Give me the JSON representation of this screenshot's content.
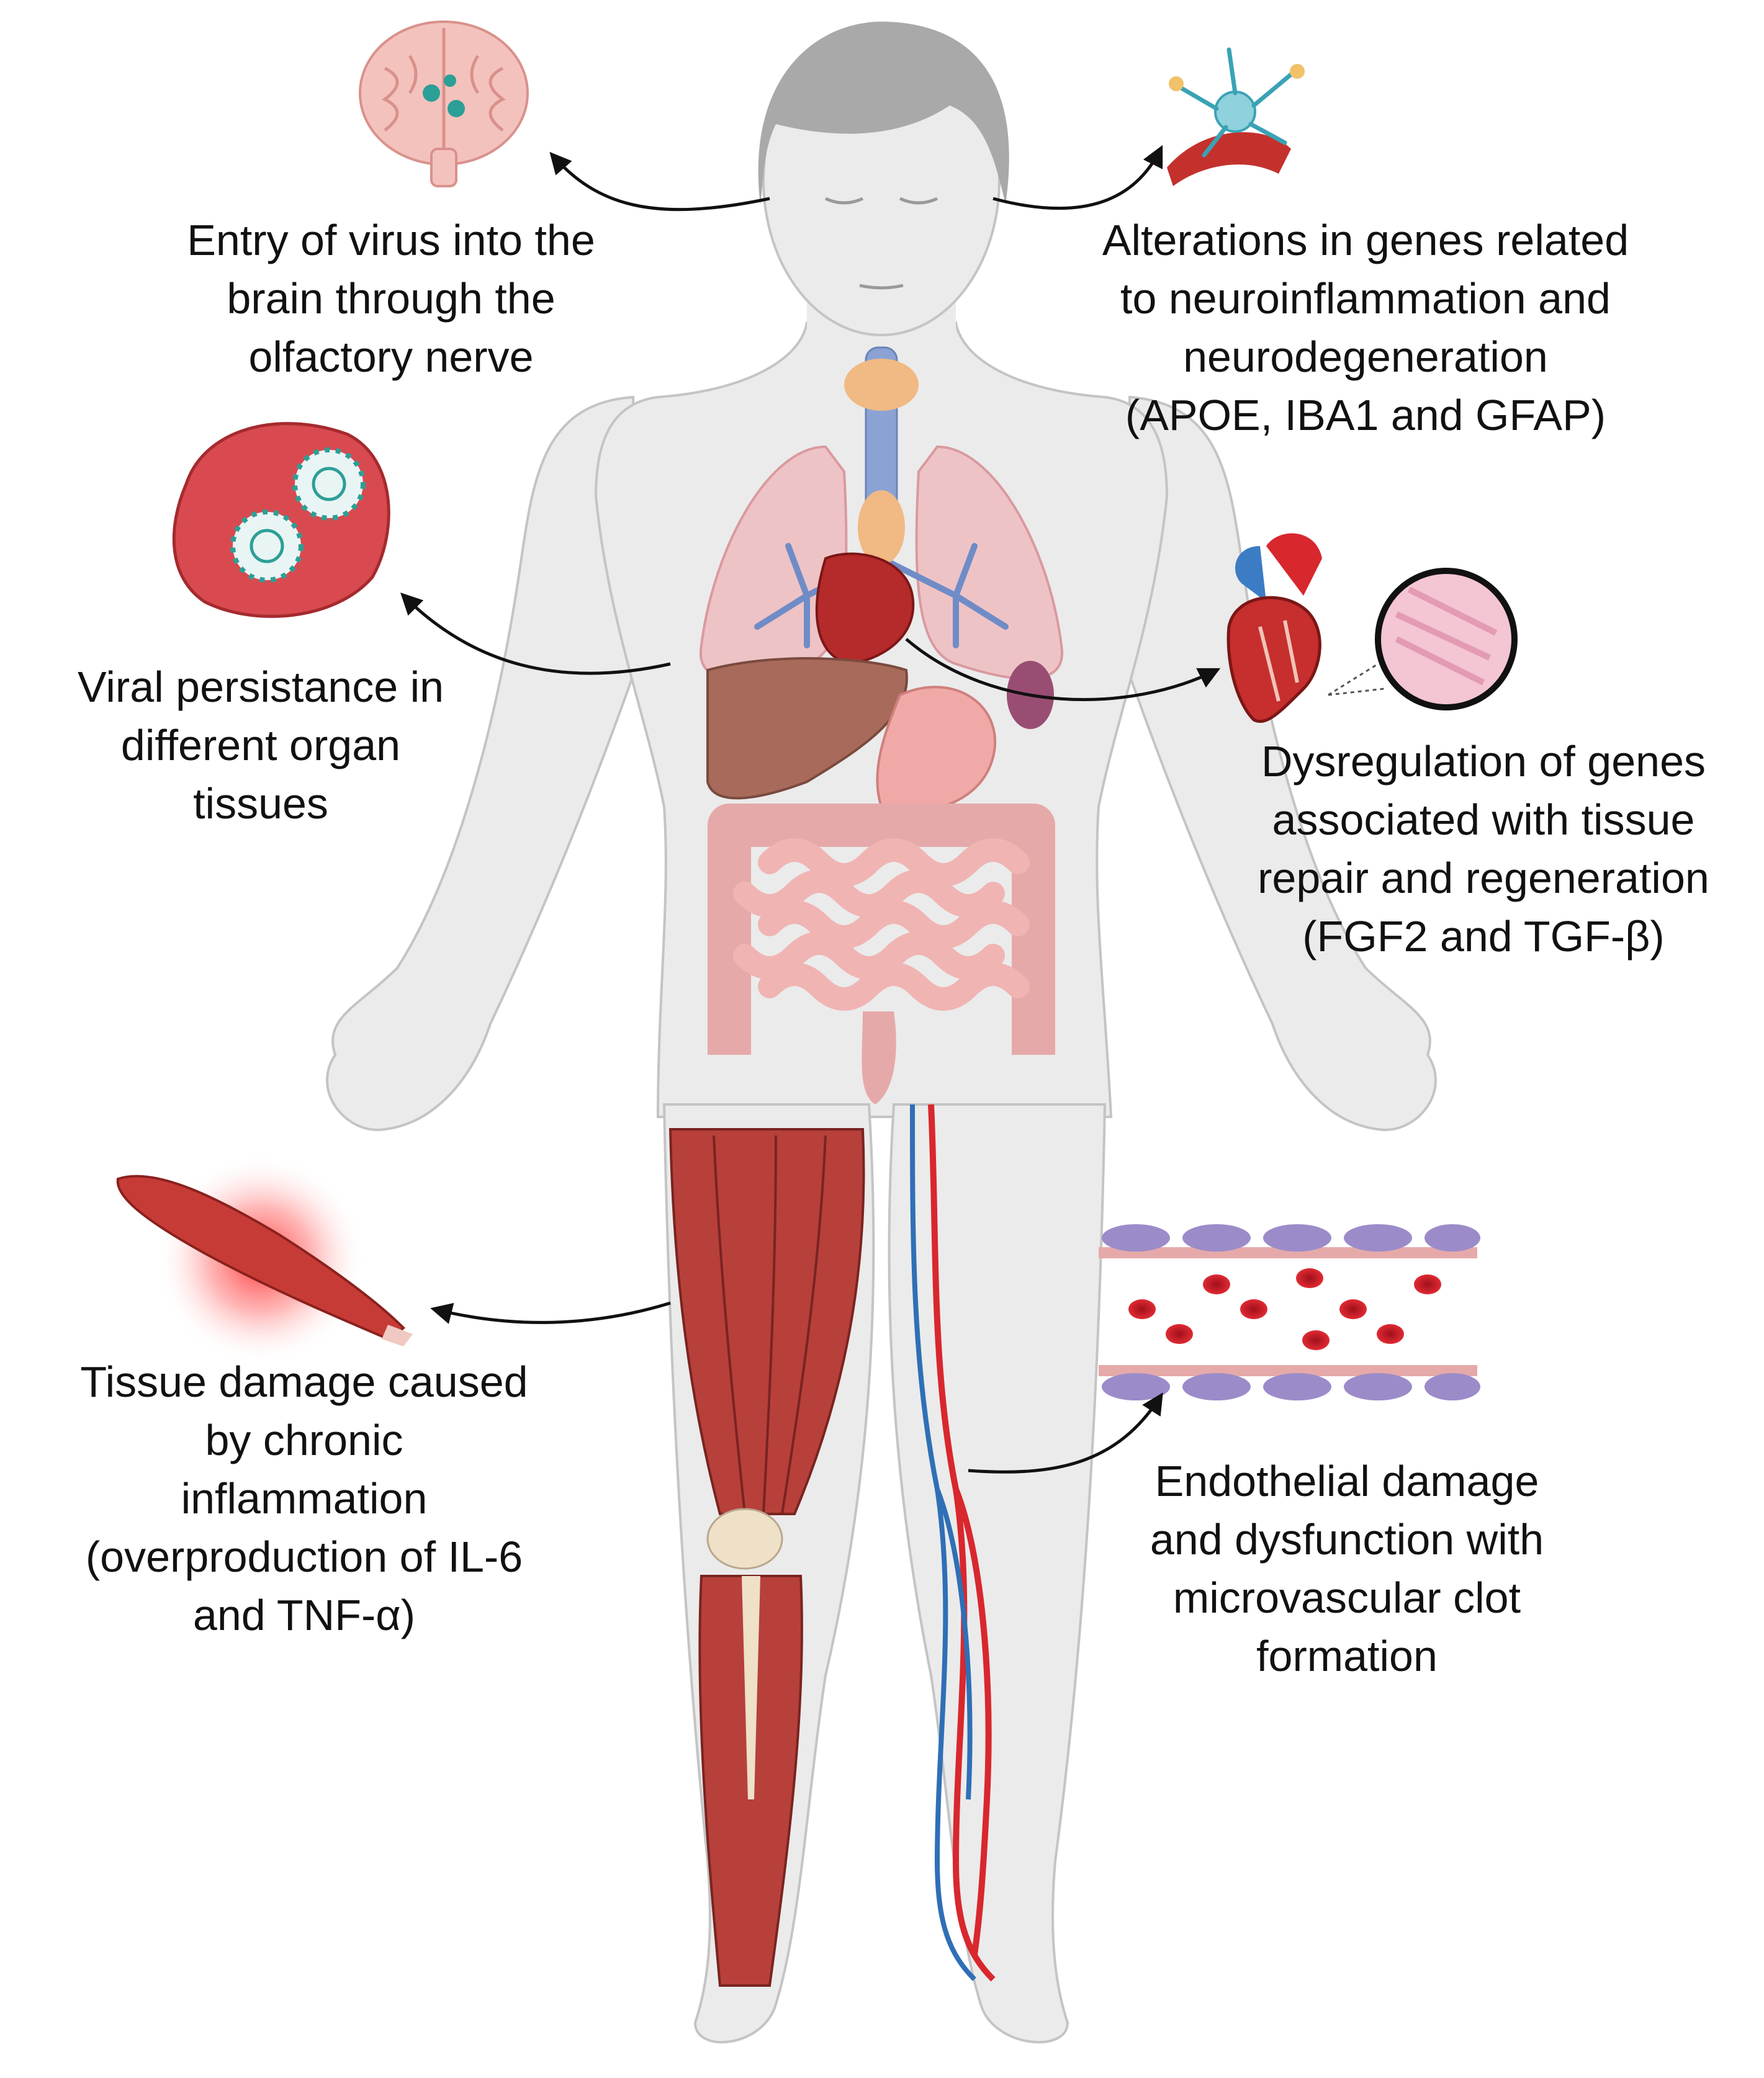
{
  "captions": {
    "brain": {
      "lines": [
        "Entry of virus into the",
        "brain through the",
        "olfactory nerve"
      ]
    },
    "neuro": {
      "lines": [
        "Alterations in genes related",
        "to neuroinflammation and",
        "neurodegeneration",
        "(APOE, IBA1 and GFAP)"
      ]
    },
    "viral": {
      "lines": [
        "Viral persistance in",
        "different organ",
        "tissues"
      ]
    },
    "heart": {
      "lines": [
        "Dysregulation of genes",
        "associated with tissue",
        "repair and regeneration",
        "(FGF2 and TGF-β)"
      ]
    },
    "muscle": {
      "lines": [
        "Tissue damage caused",
        "by chronic",
        "inflammation",
        "(overproduction of IL-6",
        "and TNF-α)"
      ]
    },
    "vessel": {
      "lines": [
        "Endothelial damage",
        "and dysfunction with",
        "microvascular clot",
        "formation"
      ]
    }
  },
  "colors": {
    "body_fill": "#ebebeb",
    "body_outline": "#c4c4c4",
    "hair": "#a9a9a9",
    "muscle": "#b7403b",
    "artery": "#d9272e",
    "vein": "#2f6fb6",
    "virus": "#2c9f96",
    "tissue_pink": "#e6a9a9",
    "endothelium": "#9b8cc9",
    "clot": "#d6202f",
    "arrow": "#111111"
  },
  "icons": [
    "brain-icon",
    "neuron-icon",
    "infected-tissue-icon",
    "heart-icon",
    "histology-icon",
    "muscle-icon",
    "blood-vessel-icon"
  ]
}
